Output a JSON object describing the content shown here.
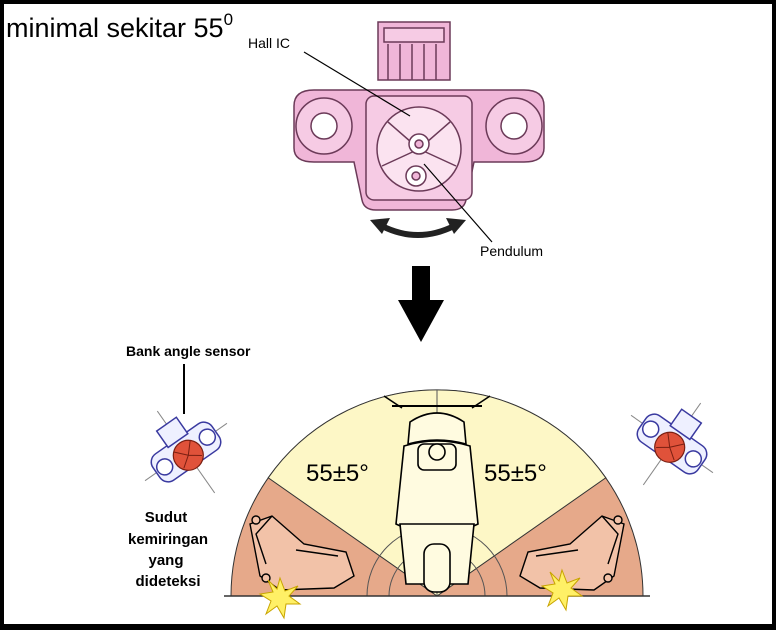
{
  "title": {
    "text": "minimal sekitar 55",
    "superscript": "0"
  },
  "labels": {
    "hall_ic": "Hall IC",
    "pendulum": "Pendulum",
    "bank_angle_sensor": "Bank angle sensor",
    "angle_left": "55±5°",
    "angle_right": "55±5°",
    "tilt_note_lines": [
      "Sudut",
      "kemiringan",
      "yang",
      "dideteksi"
    ]
  },
  "colors": {
    "sensor_pink": "#f0b6d8",
    "sensor_outline": "#6b3a58",
    "arc_cream": "#fdf7c6",
    "arc_salmon": "#e6a98a",
    "pendulum_red": "#e0523a",
    "spark_yellow": "#fff066",
    "frame": "#000000"
  },
  "icons": [
    "down-arrow-icon",
    "swing-arrow-icon",
    "spark-icon"
  ]
}
